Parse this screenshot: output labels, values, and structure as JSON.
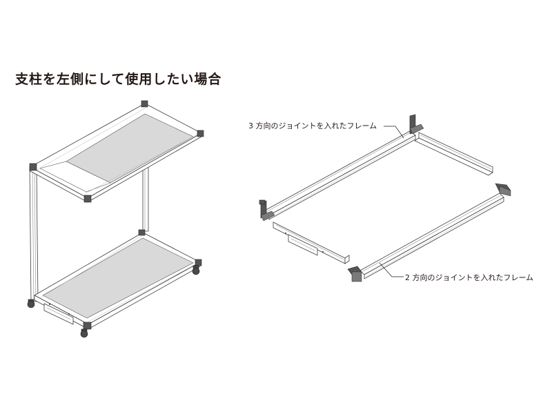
{
  "heading": "支柱を左側にして使用したい場合",
  "callouts": {
    "three_way_frame": "3 方向のジョイントを入れたフレーム",
    "two_way_frame": "2 方向のジョイントを入れたフレーム"
  },
  "colors": {
    "text": "#231815",
    "panel": "#d9d9d9",
    "joint": "#555555"
  }
}
